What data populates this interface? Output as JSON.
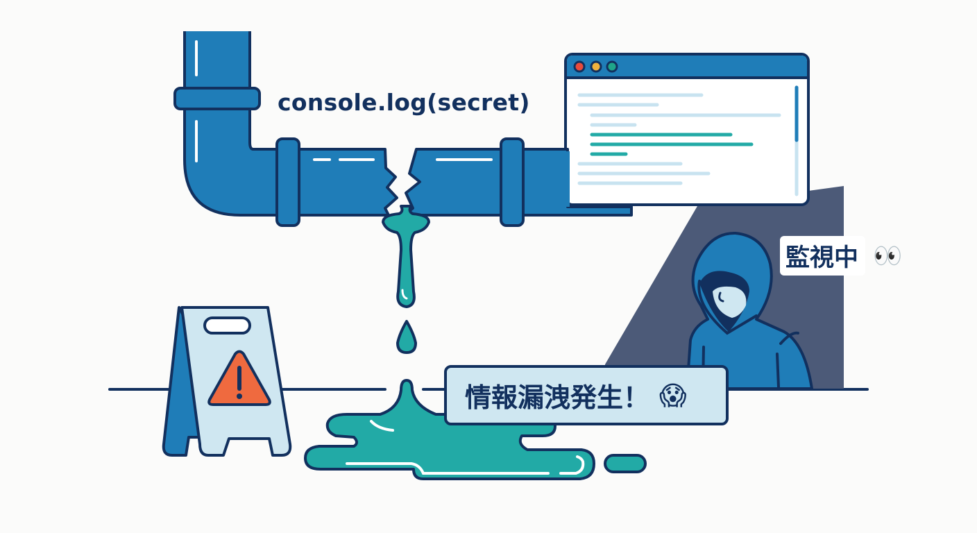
{
  "scene": {
    "description": "Leaking pipe illustration about console.log exposing secrets",
    "code_label": "console.log(secret)",
    "watch_bubble": {
      "text": "監視中",
      "emoji": "👀"
    },
    "alert_bubble": {
      "text": "情報漏洩発生！",
      "emoji": "😱"
    },
    "browser_window": {
      "traffic_lights": [
        "#e94b3c",
        "#f0b23e",
        "#1fa58a"
      ],
      "line_count": 10,
      "highlighted_lines": 3
    },
    "warning_sign": {
      "symbol": "!"
    }
  },
  "colors": {
    "background": "#fbfbfa",
    "outline": "#12305e",
    "pipe": "#1f7db8",
    "liquid": "#22aaa6",
    "light_blue": "#cfe7f1",
    "shadow": "#4c5a78",
    "warning": "#ef6a3f"
  }
}
